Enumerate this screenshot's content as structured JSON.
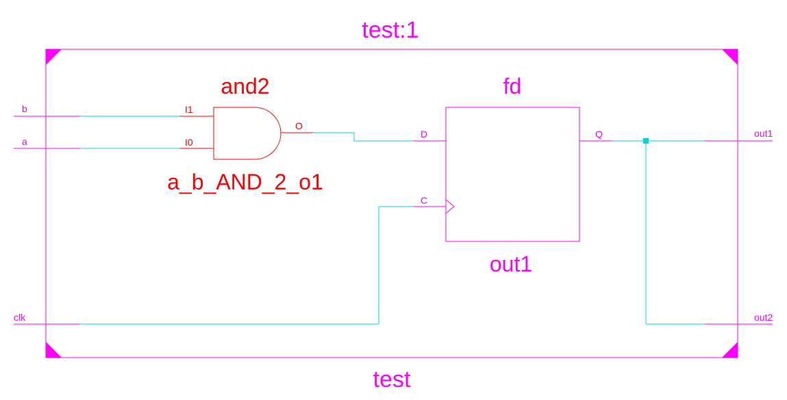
{
  "schematic": {
    "top_instance_label": "test:1",
    "top_module_label": "test",
    "colors": {
      "border": "#ff00ff",
      "wire": "#00d8d8",
      "gate": "#ff0000",
      "pin": "#ff00ff"
    },
    "input_ports": [
      "b",
      "a",
      "clk"
    ],
    "output_ports": [
      "out1",
      "out2"
    ],
    "gate": {
      "type_label": "and2",
      "instance_label": "a_b_AND_2_o1",
      "pins": {
        "in1": "I1",
        "in0": "I0",
        "out": "O"
      }
    },
    "flipflop": {
      "type_label": "fd",
      "instance_label": "out1",
      "pins": {
        "d": "D",
        "c": "C",
        "q": "Q"
      }
    }
  }
}
